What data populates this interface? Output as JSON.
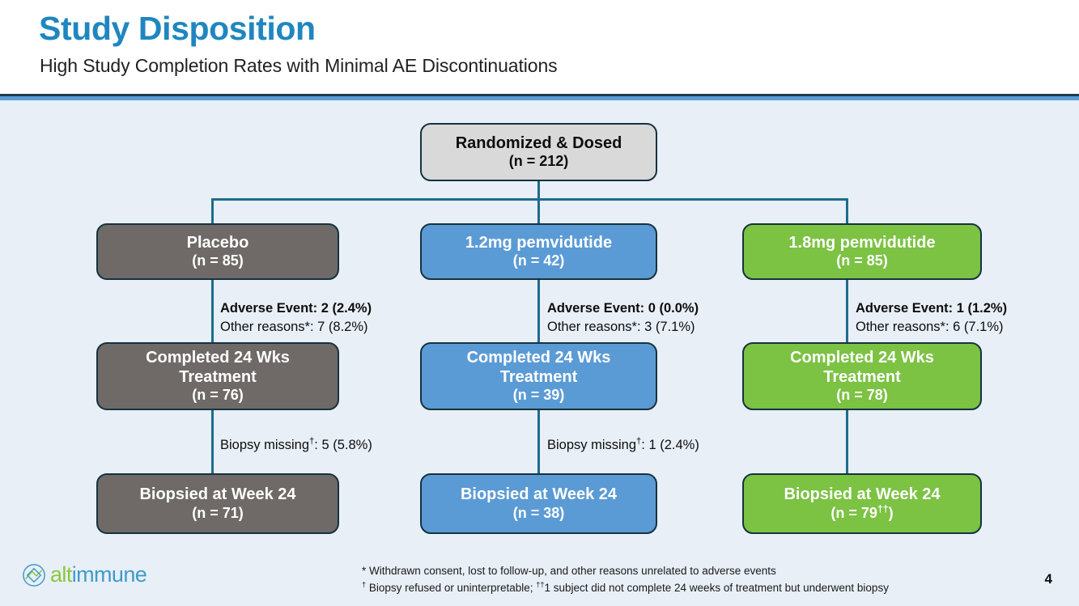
{
  "header": {
    "title": "Study Disposition",
    "subtitle": "High Study Completion Rates with Minimal AE Discontinuations",
    "title_color": "#1f86c0",
    "rule_colors": [
      "#1f3a4d",
      "#5b9bd5"
    ]
  },
  "chart_data": {
    "type": "diagram",
    "title": "Study Disposition",
    "diagram_kind": "CONSORT participant flow",
    "background": "#e8eff7",
    "connector_color": "#1f6b8e",
    "root": {
      "id": "randomized",
      "label": "Randomized & Dosed",
      "n_label": "(n = 212)",
      "n": 212,
      "fill": "#d9d9d9",
      "text_color": "#0d0d0d"
    },
    "arms": [
      {
        "id": "placebo",
        "fill": "#6f6a68",
        "text_color": "#ffffff",
        "level1": {
          "label": "Placebo",
          "n_label": "(n = 85)",
          "n": 85
        },
        "dropout1": {
          "bold": "Adverse Event: 2 (2.4%)",
          "regular": "Other reasons*: 7 (8.2%)",
          "ae_n": 2,
          "ae_pct": 2.4,
          "other_n": 7,
          "other_pct": 8.2
        },
        "level2": {
          "line1": "Completed 24 Wks",
          "line2": "Treatment",
          "n_label": "(n = 76)",
          "n": 76
        },
        "dropout2": {
          "prefix": "Biopsy missing",
          "dagger": "†",
          "suffix": ": 5 (5.8%)",
          "n": 5,
          "pct": 5.8
        },
        "level3": {
          "label": "Biopsied at Week 24",
          "n_prefix": "(n = 71",
          "n_sup": "",
          "n_suffix": ")",
          "n": 71
        }
      },
      {
        "id": "pemvidutide-1-2mg",
        "fill": "#5b9bd5",
        "text_color": "#ffffff",
        "level1": {
          "label": "1.2mg pemvidutide",
          "n_label": "(n = 42)",
          "n": 42
        },
        "dropout1": {
          "bold": "Adverse Event: 0 (0.0%)",
          "regular": "Other reasons*: 3 (7.1%)",
          "ae_n": 0,
          "ae_pct": 0.0,
          "other_n": 3,
          "other_pct": 7.1
        },
        "level2": {
          "line1": "Completed 24 Wks",
          "line2": "Treatment",
          "n_label": "(n = 39)",
          "n": 39
        },
        "dropout2": {
          "prefix": "Biopsy missing",
          "dagger": "†",
          "suffix": ": 1 (2.4%)",
          "n": 1,
          "pct": 2.4
        },
        "level3": {
          "label": "Biopsied at Week 24",
          "n_prefix": "(n = 38",
          "n_sup": "",
          "n_suffix": ")",
          "n": 38
        }
      },
      {
        "id": "pemvidutide-1-8mg",
        "fill": "#7cc243",
        "text_color": "#ffffff",
        "level1": {
          "label": "1.8mg pemvidutide",
          "n_label": "(n = 85)",
          "n": 85
        },
        "dropout1": {
          "bold": "Adverse Event: 1 (1.2%)",
          "regular": "Other reasons*: 6 (7.1%)",
          "ae_n": 1,
          "ae_pct": 1.2,
          "other_n": 6,
          "other_pct": 7.1
        },
        "level2": {
          "line1": "Completed 24 Wks",
          "line2": "Treatment",
          "n_label": "(n = 78)",
          "n": 78
        },
        "dropout2": null,
        "level3": {
          "label": "Biopsied at Week 24",
          "n_prefix": "(n = 79",
          "n_sup": "††",
          "n_suffix": ")",
          "n": 79
        }
      }
    ]
  },
  "footnotes": {
    "line1": "* Withdrawn consent, lost to follow-up, and other reasons unrelated to adverse events",
    "line2_a": "†",
    "line2_b": " Biopsy refused or uninterpretable;  ",
    "line2_sup": "††",
    "line2_c": "1 subject did not complete 24 weeks of treatment but underwent biopsy"
  },
  "footer": {
    "page_number": "4",
    "logo_alt": "alt",
    "logo_immune": "immune",
    "logo_alt_color": "#8cc63e",
    "logo_immune_color": "#3f9bc9"
  }
}
